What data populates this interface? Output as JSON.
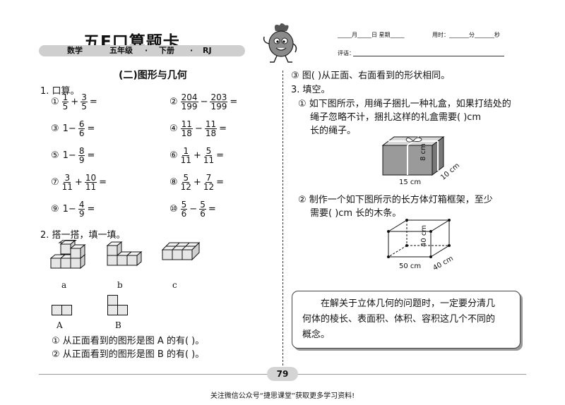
{
  "header": {
    "title": "五E口算题卡",
    "subject": "数学",
    "grade": "五年级",
    "volume": "下册",
    "edition": "RJ",
    "date_fields": "_____月_____日 星期_____",
    "time_field": "用时：_______分_______秒",
    "comment_label": "评语："
  },
  "left": {
    "section_title": "(二)图形与几何",
    "q1_label": "1. 口算。",
    "q1_items": [
      {
        "mark": "①",
        "expr": [
          {
            "n": "1",
            "d": "5"
          },
          "+",
          {
            "n": "3",
            "d": "5"
          },
          "="
        ]
      },
      {
        "mark": "②",
        "expr": [
          {
            "n": "204",
            "d": "199"
          },
          "−",
          {
            "n": "203",
            "d": "199"
          },
          "="
        ]
      },
      {
        "mark": "③",
        "expr": [
          "1−",
          {
            "n": "6",
            "d": "6"
          },
          "="
        ]
      },
      {
        "mark": "④",
        "expr": [
          {
            "n": "11",
            "d": "18"
          },
          "−",
          {
            "n": "11",
            "d": "18"
          },
          "="
        ]
      },
      {
        "mark": "⑤",
        "expr": [
          "1−",
          {
            "n": "8",
            "d": "9"
          },
          "="
        ]
      },
      {
        "mark": "⑥",
        "expr": [
          {
            "n": "1",
            "d": "11"
          },
          "+",
          {
            "n": "5",
            "d": "11"
          },
          "="
        ]
      },
      {
        "mark": "⑦",
        "expr": [
          {
            "n": "3",
            "d": "11"
          },
          "+",
          {
            "n": "10",
            "d": "11"
          },
          "="
        ]
      },
      {
        "mark": "⑧",
        "expr": [
          {
            "n": "5",
            "d": "12"
          },
          "+",
          {
            "n": "7",
            "d": "12"
          },
          "="
        ]
      },
      {
        "mark": "⑨",
        "expr": [
          "1−",
          {
            "n": "4",
            "d": "9"
          },
          "="
        ]
      },
      {
        "mark": "⑩",
        "expr": [
          {
            "n": "5",
            "d": "6"
          },
          "−",
          {
            "n": "5",
            "d": "6"
          },
          "="
        ]
      }
    ],
    "q2_label": "2. 搭一搭，填一填。",
    "shape_labels": [
      "a",
      "b",
      "c"
    ],
    "view_labels": [
      "A",
      "B"
    ],
    "q2_1": "① 从正面看到的图形是图 A 的有(        )。",
    "q2_2": "② 从正面看到的图形是图 B 的有(        )。"
  },
  "right": {
    "q2_3": "③ 图(      )从正面、右面看到的形状相同。",
    "q3_label": "3. 填空。",
    "q3_1_lines": [
      "① 如下图所示，用绳子捆扎一种礼盒，如果打结处的",
      "绳子忽略不计，捆扎这样的礼盒需要(        )cm",
      "长的绳子。"
    ],
    "gift_dims": {
      "length": "15 cm",
      "height": "8 cm",
      "width": "10 cm"
    },
    "q3_2_lines": [
      "② 制作一个如下图所示的长方体灯箱框架，至少",
      "需要(        )cm 长的木条。"
    ],
    "frame_dims": {
      "length": "50 cm",
      "height": "40 cm",
      "width": "40 cm"
    },
    "tip_lines": [
      "在解关于立体几何的问题时，一定要分清几",
      "何体的棱长、表面积、体积、容积这几个不同的",
      "概念。"
    ]
  },
  "page_number": "79",
  "footer": "关注微信公众号“捷思课堂”获取更多学习资料!"
}
